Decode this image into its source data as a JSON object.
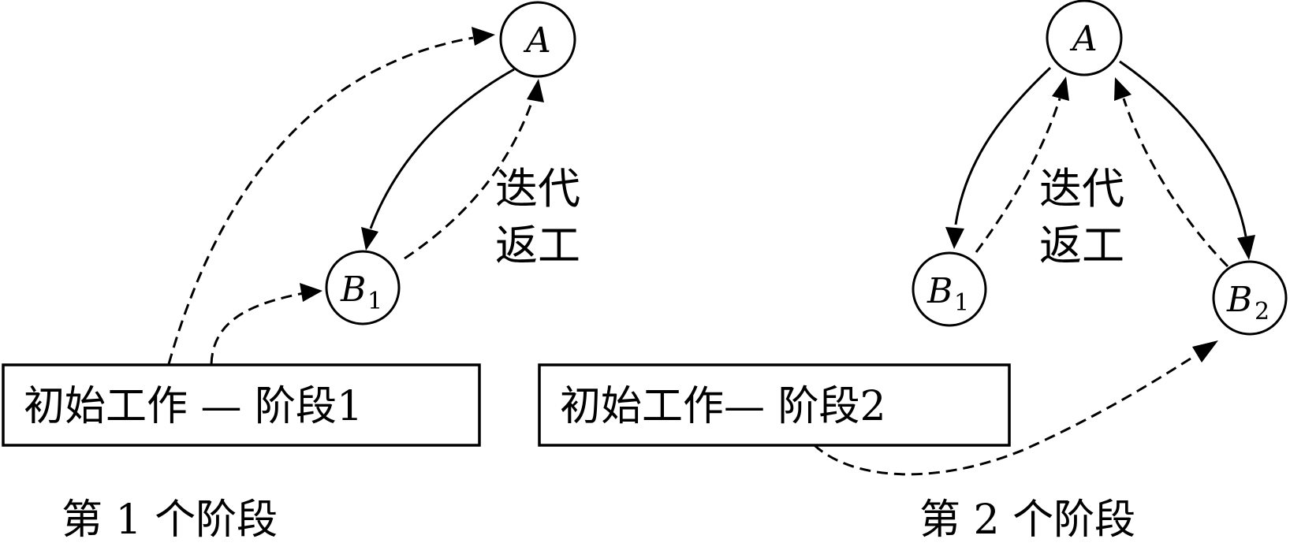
{
  "left_panel": {
    "node_a": {
      "letter": "A",
      "sub": ""
    },
    "node_b1": {
      "letter": "B",
      "sub": "1"
    },
    "box_label": "初始工作 — 阶段1",
    "iteration_line1": "迭代",
    "iteration_line2": "返工",
    "stage_caption": "第 1 个阶段"
  },
  "right_panel": {
    "node_a": {
      "letter": "A",
      "sub": ""
    },
    "node_b1": {
      "letter": "B",
      "sub": "1"
    },
    "node_b2": {
      "letter": "B",
      "sub": "2"
    },
    "box_label": "初始工作— 阶段2",
    "iteration_line1": "迭代",
    "iteration_line2": "返工",
    "stage_caption": "第 2 个阶段"
  }
}
